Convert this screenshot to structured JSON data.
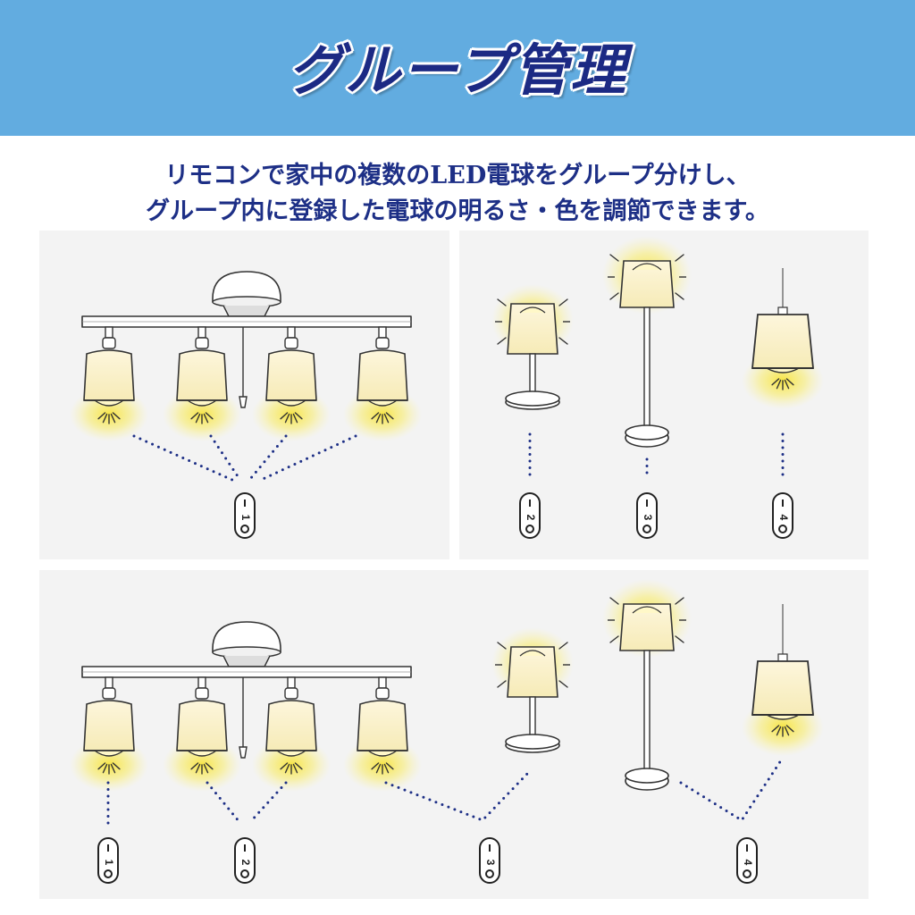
{
  "header": {
    "title": "グループ管理",
    "background": "#62ace0",
    "title_color": "#1c2a84"
  },
  "description": {
    "line1": "リモコンで家中の複数のLED電球をグループ分けし、",
    "line2": "グループ内に登録した電球の明るさ・色を調節できます。"
  },
  "panels": {
    "top_left": {
      "remote_labels": [
        "1"
      ]
    },
    "top_right": {
      "remote_labels": [
        "2",
        "3",
        "4"
      ]
    },
    "bottom": {
      "remote_labels": [
        "1",
        "2",
        "3",
        "4"
      ]
    }
  },
  "colors": {
    "dots": "#1d2f86",
    "glow": "#f7e43a",
    "panel": "#f3f3f3"
  }
}
